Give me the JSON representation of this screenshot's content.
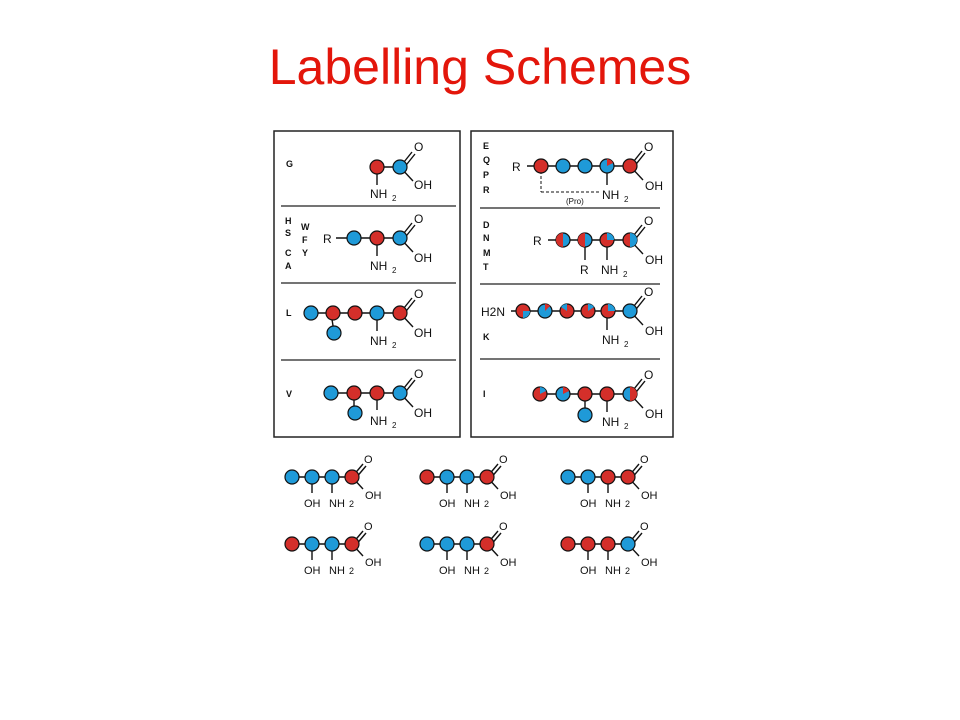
{
  "title": "Labelling Schemes",
  "colors": {
    "title": "#e3160b",
    "labelled": "#d42f2a",
    "unlabelled": "#1f9ad8",
    "line": "#111111"
  },
  "label_text": {
    "oxygen": "O",
    "hydroxyl": "OH",
    "amine": "NH",
    "amine_sub": "2",
    "side_group": "R",
    "amino_terminus": "H2N",
    "pro_note": "(Pro)"
  },
  "left_panel": {
    "rows": [
      {
        "letters": [
          [
            "G"
          ]
        ]
      },
      {
        "letters": [
          [
            "H",
            "S",
            "C",
            "A"
          ],
          [
            "W",
            "F",
            "Y"
          ]
        ]
      },
      {
        "letters": [
          [
            "L"
          ]
        ]
      },
      {
        "letters": [
          [
            "V"
          ]
        ]
      }
    ]
  },
  "right_panel": {
    "rows": [
      {
        "letters": [
          [
            "E",
            "Q",
            "P",
            "R"
          ]
        ]
      },
      {
        "letters": [
          [
            "D",
            "N",
            "M",
            "T"
          ]
        ]
      },
      {
        "letters": [
          [
            "K"
          ]
        ]
      },
      {
        "letters": [
          [
            "I"
          ]
        ]
      }
    ]
  },
  "bottom_schemes": [
    {
      "sequence": "blue-blue-blue-red"
    },
    {
      "sequence": "red-blue-blue-red"
    },
    {
      "sequence": "blue-blue-red-red"
    },
    {
      "sequence": "red-blue-blue-red"
    },
    {
      "sequence": "blue-blue-blue-red"
    },
    {
      "sequence": "red-red-red-blue"
    }
  ]
}
